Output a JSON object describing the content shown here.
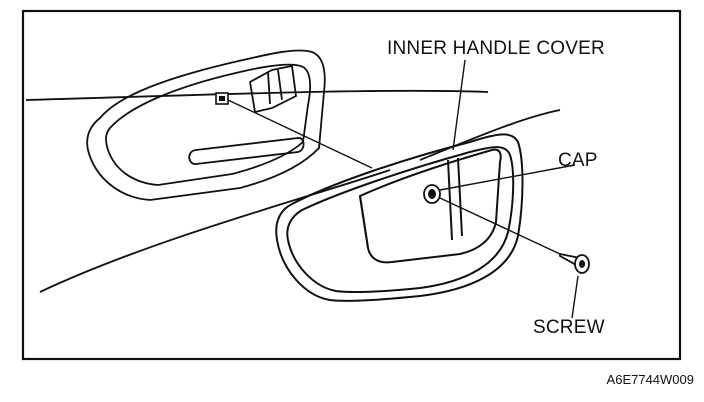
{
  "callouts": {
    "inner_handle_cover": "INNER HANDLE COVER",
    "cap": "CAP",
    "screw": "SCREW"
  },
  "figure_code": "A6E7744W009",
  "colors": {
    "line": "#111111",
    "background": "#ffffff"
  }
}
